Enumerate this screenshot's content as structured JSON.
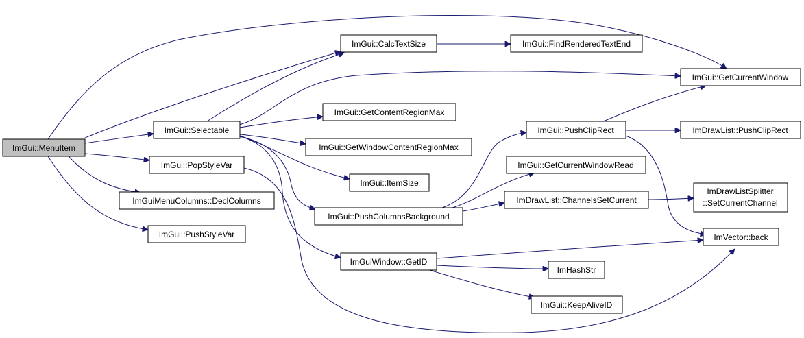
{
  "colors": {
    "edge": "#191970",
    "root_fill": "#bfbfbf",
    "node_fill": "#ffffff",
    "node_border": "#000000"
  },
  "nodes": {
    "menuitem": "ImGui::MenuItem",
    "selectable": "ImGui::Selectable",
    "popstylevar": "ImGui::PopStyleVar",
    "declcolumns": "ImGuiMenuColumns::DeclColumns",
    "pushstylevar": "ImGui::PushStyleVar",
    "calctextsize": "ImGui::CalcTextSize",
    "findrenderedtextend": "ImGui::FindRenderedTextEnd",
    "getcurrentwindow": "ImGui::GetCurrentWindow",
    "getcontentregionmax": "ImGui::GetContentRegionMax",
    "getwindowcontentregionmax": "ImGui::GetWindowContentRegionMax",
    "itemsize": "ImGui::ItemSize",
    "pushcolumnsbackground": "ImGui::PushColumnsBackground",
    "getid": "ImGuiWindow::GetID",
    "pushcliprect": "ImGui::PushClipRect",
    "getcurrentwindowread": "ImGui::GetCurrentWindowRead",
    "channelssetcurrent": "ImDrawList::ChannelsSetCurrent",
    "drawlistpushcliprect": "ImDrawList::PushClipRect",
    "splitter_line1": "ImDrawListSplitter",
    "splitter_line2": "::SetCurrentChannel",
    "vectorback": "ImVector::back",
    "imhashstr": "ImHashStr",
    "keepaliveid": "ImGui::KeepAliveID"
  },
  "edges": [
    [
      "menuitem",
      "calctextsize"
    ],
    [
      "menuitem",
      "getcurrentwindow"
    ],
    [
      "menuitem",
      "selectable"
    ],
    [
      "menuitem",
      "popstylevar"
    ],
    [
      "menuitem",
      "declcolumns"
    ],
    [
      "menuitem",
      "pushstylevar"
    ],
    [
      "selectable",
      "calctextsize"
    ],
    [
      "selectable",
      "getcurrentwindow"
    ],
    [
      "selectable",
      "getcontentregionmax"
    ],
    [
      "selectable",
      "getwindowcontentregionmax"
    ],
    [
      "selectable",
      "itemsize"
    ],
    [
      "selectable",
      "pushcolumnsbackground"
    ],
    [
      "selectable",
      "getid"
    ],
    [
      "calctextsize",
      "findrenderedtextend"
    ],
    [
      "popstylevar",
      "vectorback"
    ],
    [
      "pushcolumnsbackground",
      "pushcliprect"
    ],
    [
      "pushcolumnsbackground",
      "getcurrentwindowread"
    ],
    [
      "pushcolumnsbackground",
      "channelssetcurrent"
    ],
    [
      "pushcliprect",
      "getcurrentwindow"
    ],
    [
      "pushcliprect",
      "drawlistpushcliprect"
    ],
    [
      "pushcliprect",
      "vectorback"
    ],
    [
      "channelssetcurrent",
      "splitter"
    ],
    [
      "getid",
      "vectorback"
    ],
    [
      "getid",
      "imhashstr"
    ],
    [
      "getid",
      "keepaliveid"
    ]
  ]
}
